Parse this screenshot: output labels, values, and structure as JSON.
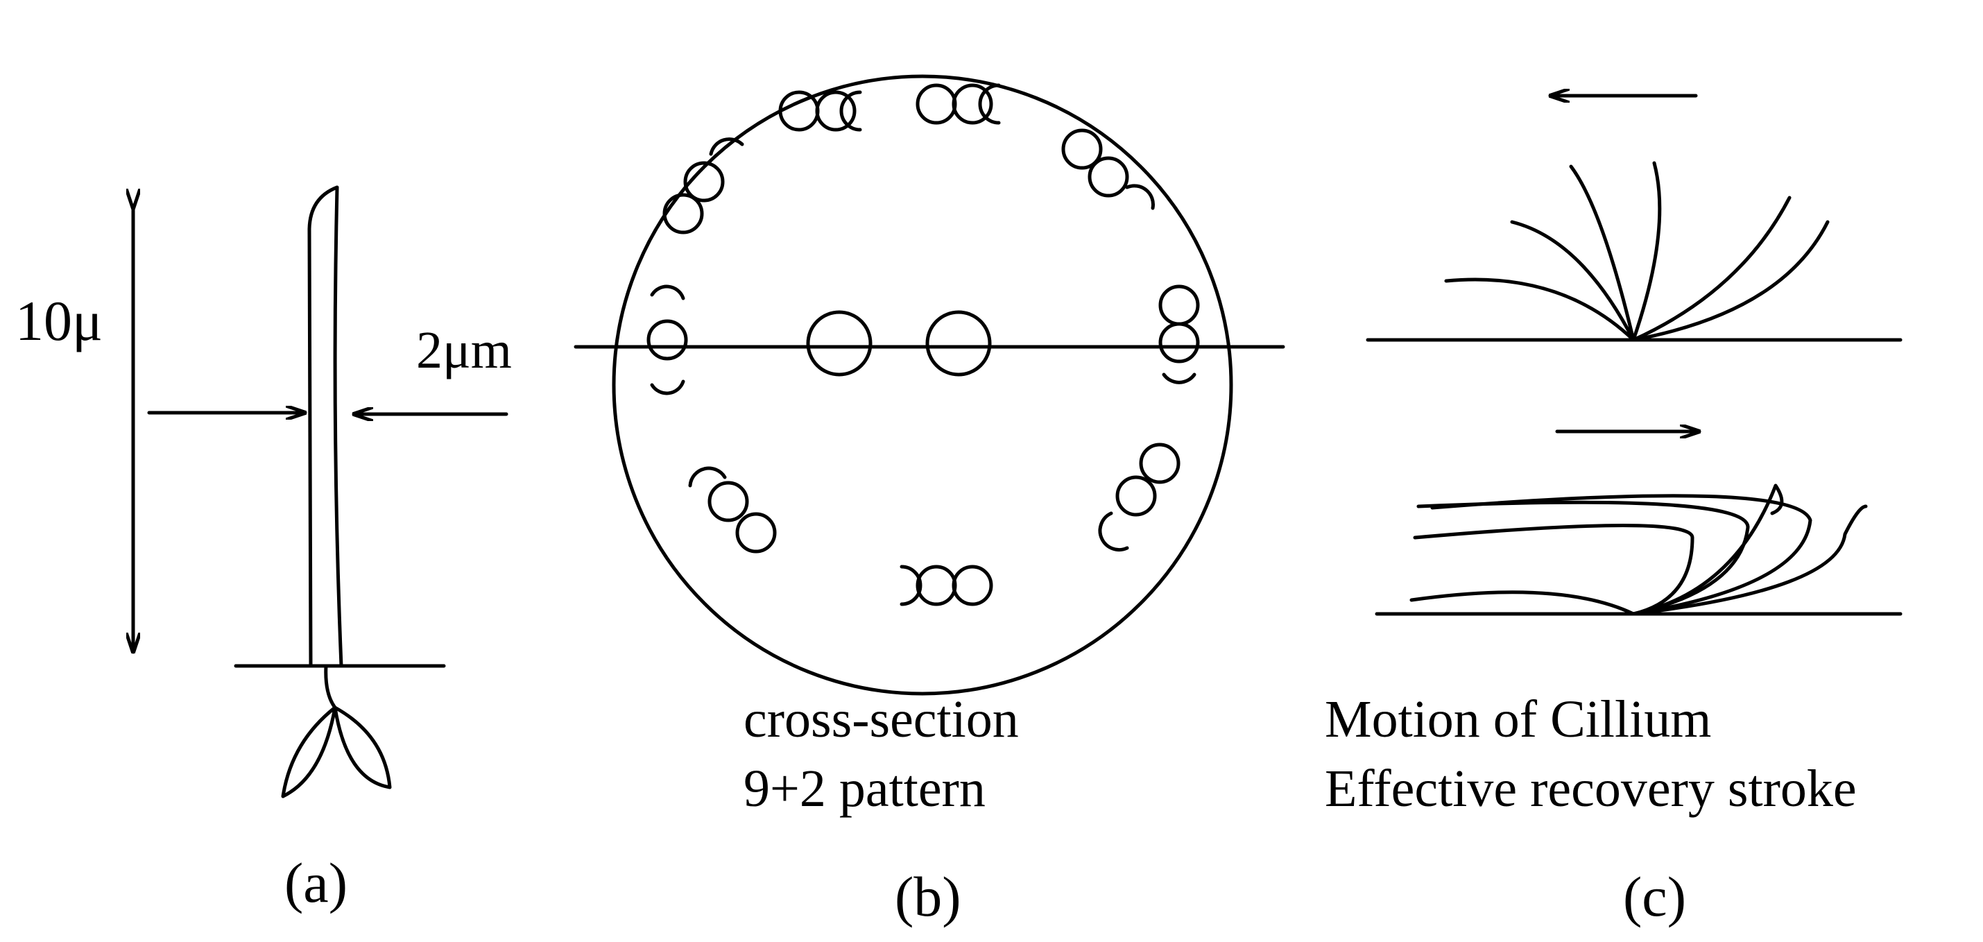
{
  "panel_a": {
    "length_label": "10μ",
    "caption": "(a)"
  },
  "panel_b": {
    "diameter_label": "2μm",
    "caption_line1": "cross-section",
    "caption_line2": "9+2 pattern",
    "caption": "(b)"
  },
  "panel_c": {
    "caption_line1": "Motion of Cillium",
    "caption_line2": "Effective recovery stroke",
    "caption": "(c)"
  }
}
